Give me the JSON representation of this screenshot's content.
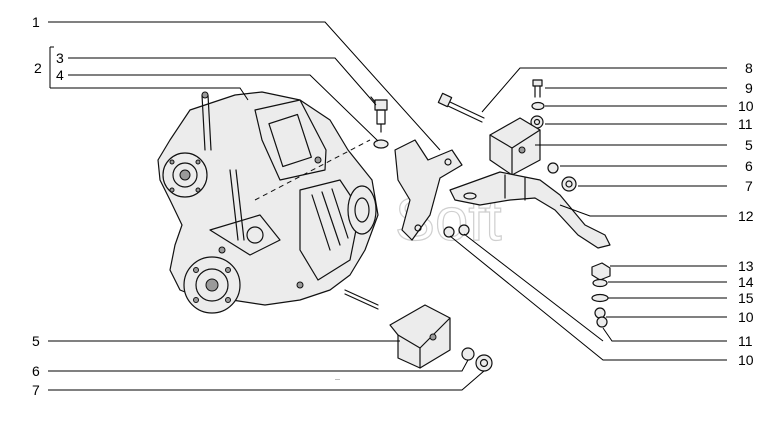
{
  "diagram": {
    "watermark": "Soft",
    "footer_mark": "—",
    "callouts": {
      "c1": "1",
      "c2": "2",
      "c3": "3",
      "c4": "4",
      "c5_left": "5",
      "c6_left": "6",
      "c7_left": "7",
      "c8": "8",
      "c9": "9",
      "c10_top": "10",
      "c11_top": "11",
      "c5_right": "5",
      "c6_right": "6",
      "c7_right": "7",
      "c12": "12",
      "c13": "13",
      "c14": "14",
      "c15": "15",
      "c10_mid": "10",
      "c11_bottom": "11",
      "c10_bottom": "10"
    }
  }
}
